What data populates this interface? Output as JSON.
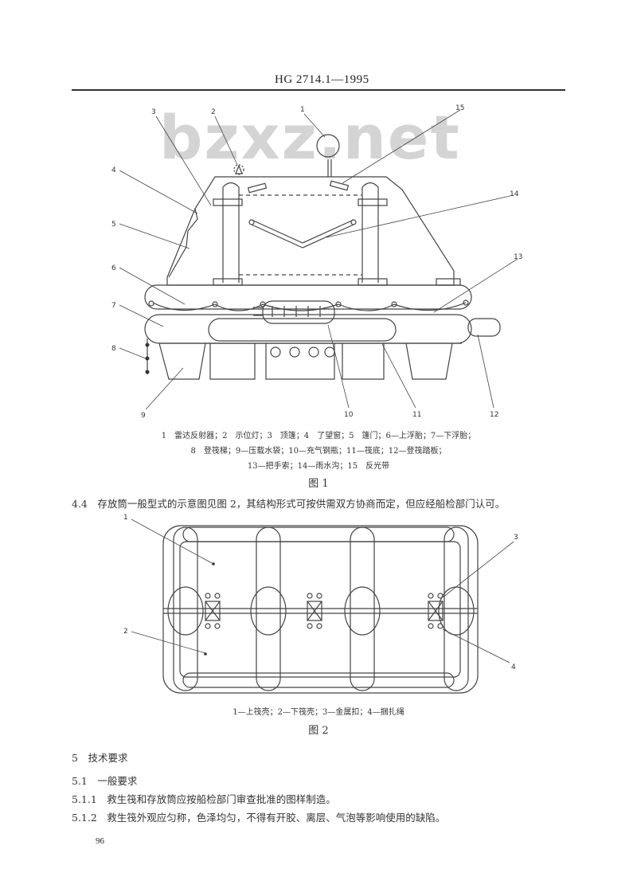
{
  "header": {
    "code": "HG 2714.1—1995"
  },
  "watermark": "bzxz.net",
  "figure1": {
    "callouts": [
      "1",
      "2",
      "3",
      "4",
      "5",
      "6",
      "7",
      "8",
      "9",
      "10",
      "11",
      "12",
      "13",
      "14",
      "15"
    ],
    "legend_line1": "1　雷达反射器；2　示位灯；3　顶篷；4　了望窗；5　篷门；6—上浮胎；7—下浮胎；",
    "legend_line2": "8　登筏梯；9—压载水袋；10—充气钢瓶；11—筏底；12—登筏踏板；",
    "legend_line3": "13—把手索；14—雨水沟；15　反光带",
    "title": "图 1"
  },
  "para_4_4": "4.4　存放筒一般型式的示意图见图 2，其结构形式可按供需双方协商而定，但应经船检部门认可。",
  "figure2": {
    "callouts": [
      "1",
      "2",
      "3",
      "4"
    ],
    "legend": "1—上筏壳；2—下筏壳；3—金属扣；4—捆扎绳",
    "title": "图 2"
  },
  "section5": {
    "heading": "5　技术要求",
    "s51": "5.1　一般要求",
    "s511": "5.1.1　救生筏和存放筒应按船检部门审查批准的图样制造。",
    "s512": "5.1.2　救生筏外观应匀称，色泽均匀，不得有开胶、离层、气泡等影响使用的缺陷。"
  },
  "page_number": "96"
}
